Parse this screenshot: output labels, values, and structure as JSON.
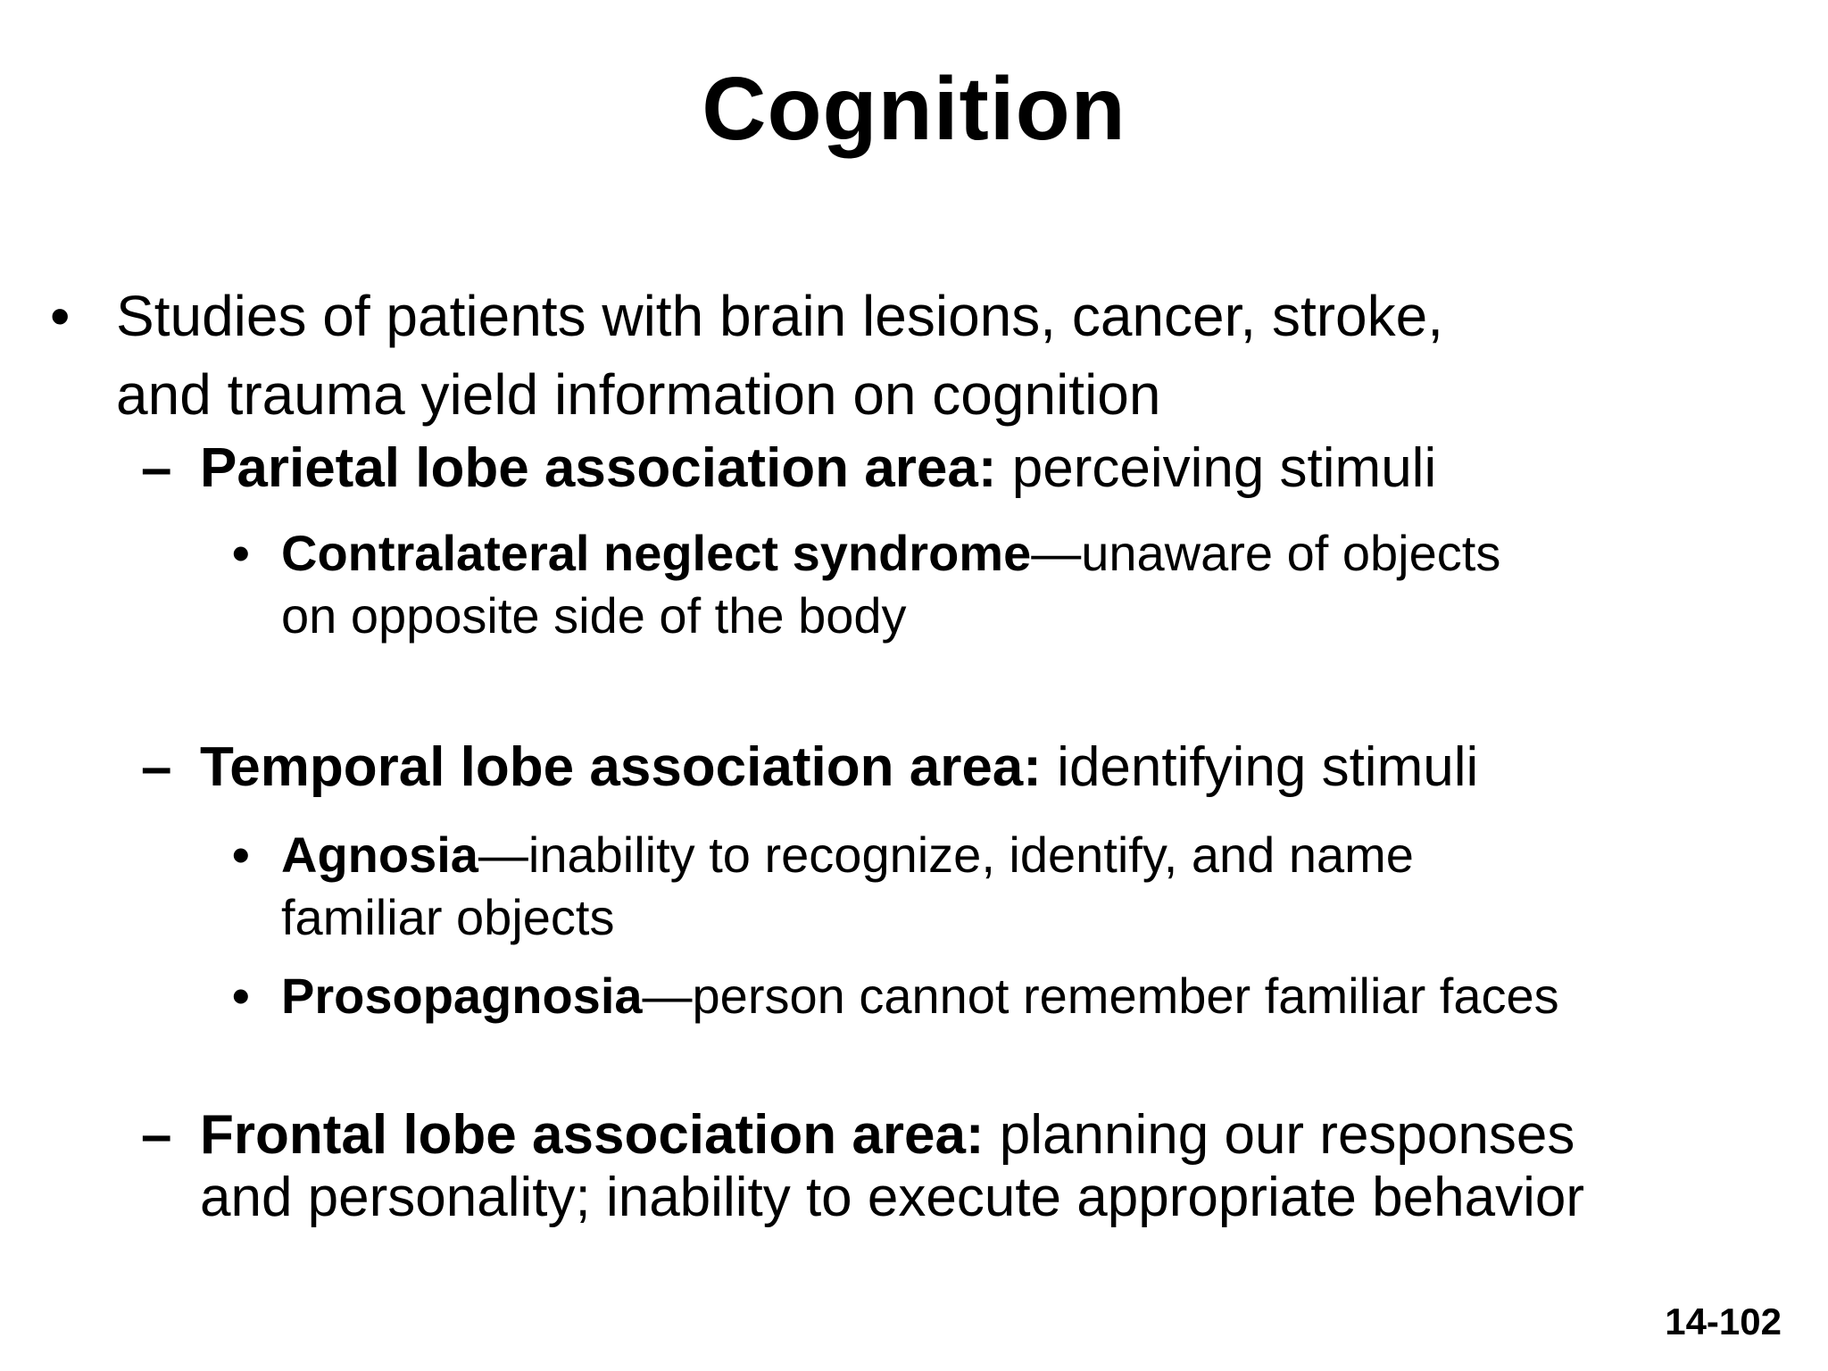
{
  "slide": {
    "title": "Cognition",
    "page_number": "14-102",
    "background_color": "#FFFFFF",
    "text_color": "#000000"
  },
  "bullets": {
    "studies": {
      "marker": "•",
      "line1": "Studies of patients with brain lesions, cancer, stroke,",
      "line2": "and trauma yield information on cognition"
    },
    "parietal": {
      "marker": "–",
      "term": "Parietal lobe association area:",
      "rest": " perceiving stimuli"
    },
    "contralateral": {
      "marker": "•",
      "term": "Contralateral neglect syndrome",
      "rest_line1": "—unaware of objects",
      "line2": "on opposite side of the body"
    },
    "temporal": {
      "marker": "–",
      "term": "Temporal lobe association area:",
      "rest": " identifying stimuli"
    },
    "agnosia": {
      "marker": "•",
      "term": "Agnosia",
      "rest_line1": "—inability to recognize, identify, and name",
      "line2": "familiar objects"
    },
    "prosopagnosia": {
      "marker": "•",
      "term": "Prosopagnosia",
      "rest": "—person cannot remember familiar faces"
    },
    "frontal": {
      "marker": "–",
      "term": "Frontal lobe association area:",
      "rest_line1": " planning our responses",
      "line2": "and personality; inability to execute appropriate behavior"
    }
  }
}
